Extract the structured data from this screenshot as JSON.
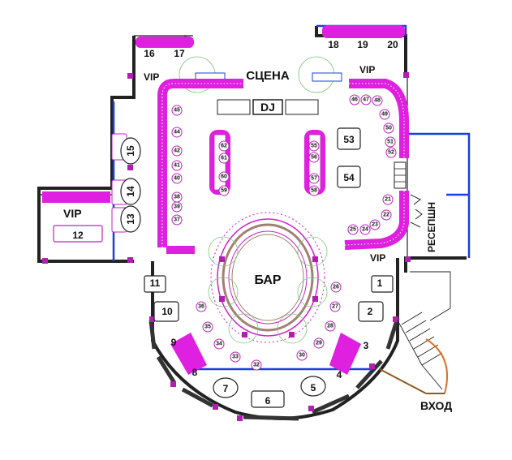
{
  "labels": {
    "stage": "СЦЕНА",
    "dj": "DJ",
    "bar": "БАР",
    "vip": "VIP",
    "reception": "РЕСЕПШН",
    "entrance": "ВХОД"
  },
  "tables": [
    "1",
    "2",
    "3",
    "4",
    "5",
    "6",
    "7",
    "8",
    "9",
    "10",
    "11",
    "12",
    "13",
    "14",
    "15",
    "16",
    "17",
    "18",
    "19",
    "20",
    "53",
    "54"
  ],
  "seats": [
    "21",
    "22",
    "23",
    "24",
    "25",
    "26",
    "27",
    "28",
    "29",
    "30",
    "32",
    "33",
    "34",
    "35",
    "36",
    "37",
    "38",
    "39",
    "40",
    "41",
    "42",
    "44",
    "45",
    "46",
    "47",
    "48",
    "49",
    "50",
    "51",
    "52",
    "55",
    "56",
    "57",
    "58",
    "59",
    "60",
    "61",
    "62"
  ],
  "colors": {
    "accent": "#e020e0",
    "wall": "#222222",
    "blue": "#1a3fe0",
    "green": "#7ac97a"
  }
}
